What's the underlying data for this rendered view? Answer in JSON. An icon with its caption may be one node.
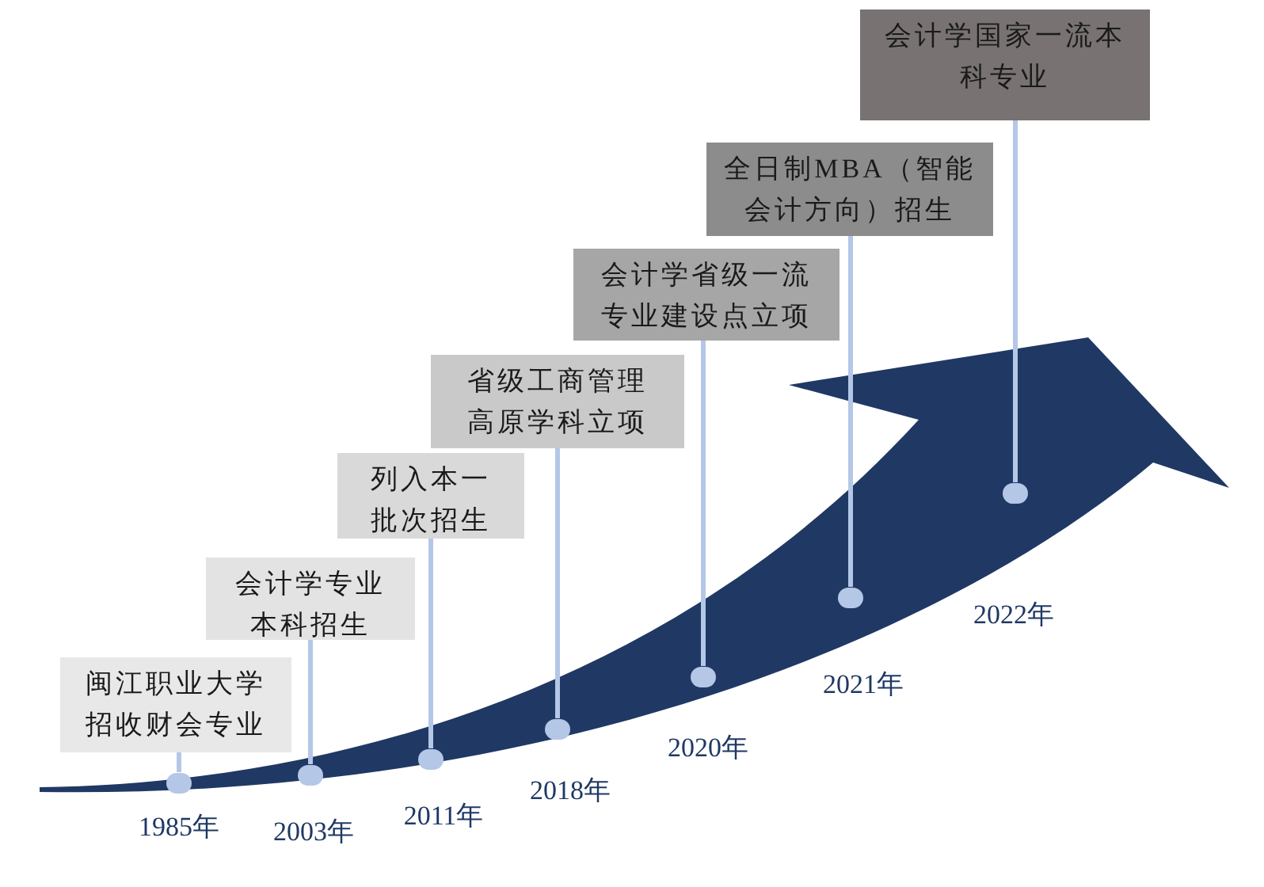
{
  "diagram": {
    "nodes": [
      {
        "text": [
          "闽江职业大学招收财会专业"
        ]
      },
      {
        "text": [
          "会计学专业本科招生"
        ]
      },
      {
        "text": [
          "列入本一批次招生"
        ]
      },
      {
        "text": [
          "省级工商管理高原学科立项"
        ]
      },
      {
        "text": [
          "会计学省级一流专业建设点立项"
        ]
      },
      {
        "text": [
          "全日制MBA（智能会计方向）招生"
        ]
      },
      {
        "text": [
          "会计学国家一流本科专业"
        ]
      },
      {
        "text": [],
        "shape": "circle",
        "beside": [
          "1985年"
        ]
      },
      {
        "text": [],
        "shape": "circle",
        "beside": [
          "2003年"
        ]
      },
      {
        "text": [],
        "shape": "circle",
        "beside": [
          "2011年"
        ]
      },
      {
        "text": [],
        "shape": "circle",
        "beside": [
          "2018年"
        ]
      },
      {
        "text": [],
        "shape": "circle",
        "beside": [
          "2020年"
        ]
      },
      {
        "text": [],
        "shape": "circle",
        "beside": [
          "2021年"
        ]
      },
      {
        "text": [],
        "shape": "circle",
        "beside": [
          "2022年"
        ]
      }
    ],
    "edges": [
      {
        "from": 0,
        "to": 7,
        "arrow": "none"
      },
      {
        "from": 1,
        "to": 8,
        "arrow": "none"
      },
      {
        "from": 2,
        "to": 9,
        "arrow": "none"
      },
      {
        "from": 3,
        "to": 10,
        "arrow": "none"
      },
      {
        "from": 4,
        "to": 11,
        "arrow": "none"
      },
      {
        "from": 5,
        "to": 12,
        "arrow": "none"
      },
      {
        "from": 6,
        "to": 13,
        "arrow": "none"
      }
    ]
  }
}
